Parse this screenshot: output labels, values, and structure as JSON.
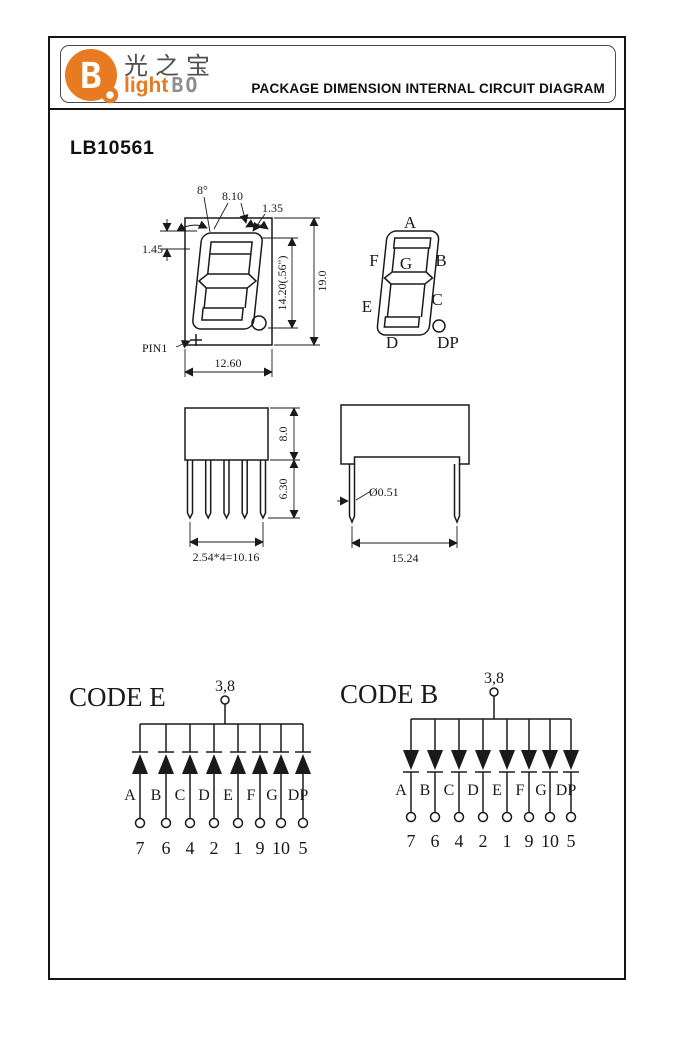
{
  "header": {
    "title": "PACKAGE DIMENSION INTERNAL CIRCUIT DIAGRAM",
    "logo": {
      "letter": "B",
      "chinese": "光之宝",
      "light": "light",
      "bo": "BO"
    }
  },
  "part_number": "LB10561",
  "colors": {
    "accent_orange": "#e87a22",
    "ink": "#1a1a1a",
    "logo_gray": "#8d8d8d"
  },
  "front_view": {
    "pin1_label": "PIN1",
    "dims": {
      "tilt_angle": "8°",
      "digit_top_width": "8.10",
      "segment_width": "1.35",
      "top_offset": "1.45",
      "digit_height": "14.20(.56\")",
      "package_height": "19.0",
      "package_width": "12.60"
    }
  },
  "segment_map": {
    "a": "A",
    "b": "B",
    "c": "C",
    "d": "D",
    "e": "E",
    "f": "F",
    "g": "G",
    "dp": "DP"
  },
  "front_side_view": {
    "dims": {
      "body_height": "8.0",
      "lead_length": "6.30",
      "lead_pitch": "2.54*4=10.16"
    }
  },
  "right_side_view": {
    "dims": {
      "lead_diameter": "Ø0.51",
      "lead_span": "15.24"
    }
  },
  "circuits": [
    {
      "title": "CODE E",
      "common_pins": "3,8",
      "diode_direction": "up-toward-common",
      "segments": [
        "A",
        "B",
        "C",
        "D",
        "E",
        "F",
        "G",
        "DP"
      ],
      "pins": [
        "7",
        "6",
        "4",
        "2",
        "1",
        "9",
        "10",
        "5"
      ]
    },
    {
      "title": "CODE B",
      "common_pins": "3,8",
      "diode_direction": "down-from-common",
      "segments": [
        "A",
        "B",
        "C",
        "D",
        "E",
        "F",
        "G",
        "DP"
      ],
      "pins": [
        "7",
        "6",
        "4",
        "2",
        "1",
        "9",
        "10",
        "5"
      ]
    }
  ]
}
